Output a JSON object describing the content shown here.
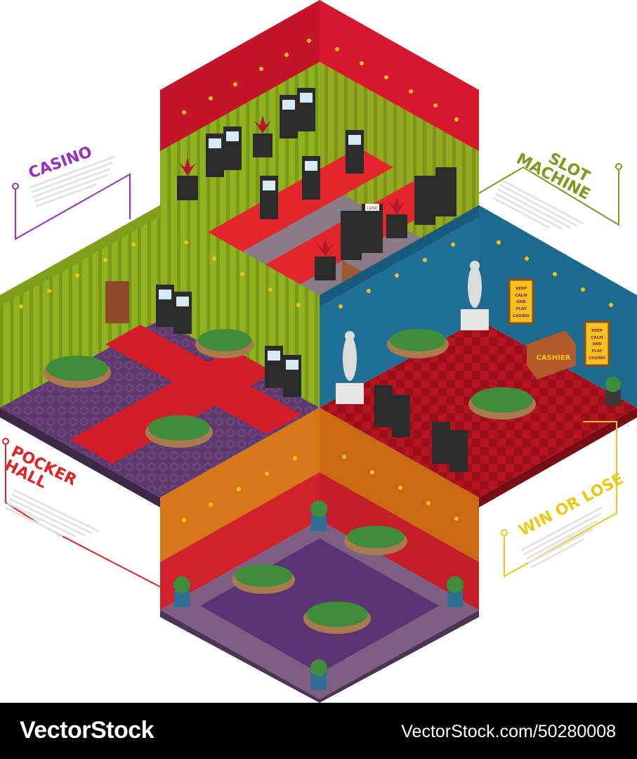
{
  "labels": {
    "casino": "CASINO",
    "slot_machine": [
      "SLOT",
      "MACHINE"
    ],
    "pocker_hall": [
      "POCKER",
      "HALL"
    ],
    "win_or_lose": "WIN OR LOSE"
  },
  "signs": {
    "poster_text": [
      "KEEP",
      "CALM",
      "AND",
      "PLAY",
      "CASINO"
    ],
    "cashier": "CASHIER",
    "lose": "LOSE"
  },
  "colors": {
    "casino_accent": "#9b2fbf",
    "slot_accent": "#7d9a1c",
    "pocker_accent": "#e32222",
    "win_accent": "#f0c814"
  },
  "footer": {
    "brand": "VectorStock",
    "image_id": "VectorStock.com/50280008"
  }
}
